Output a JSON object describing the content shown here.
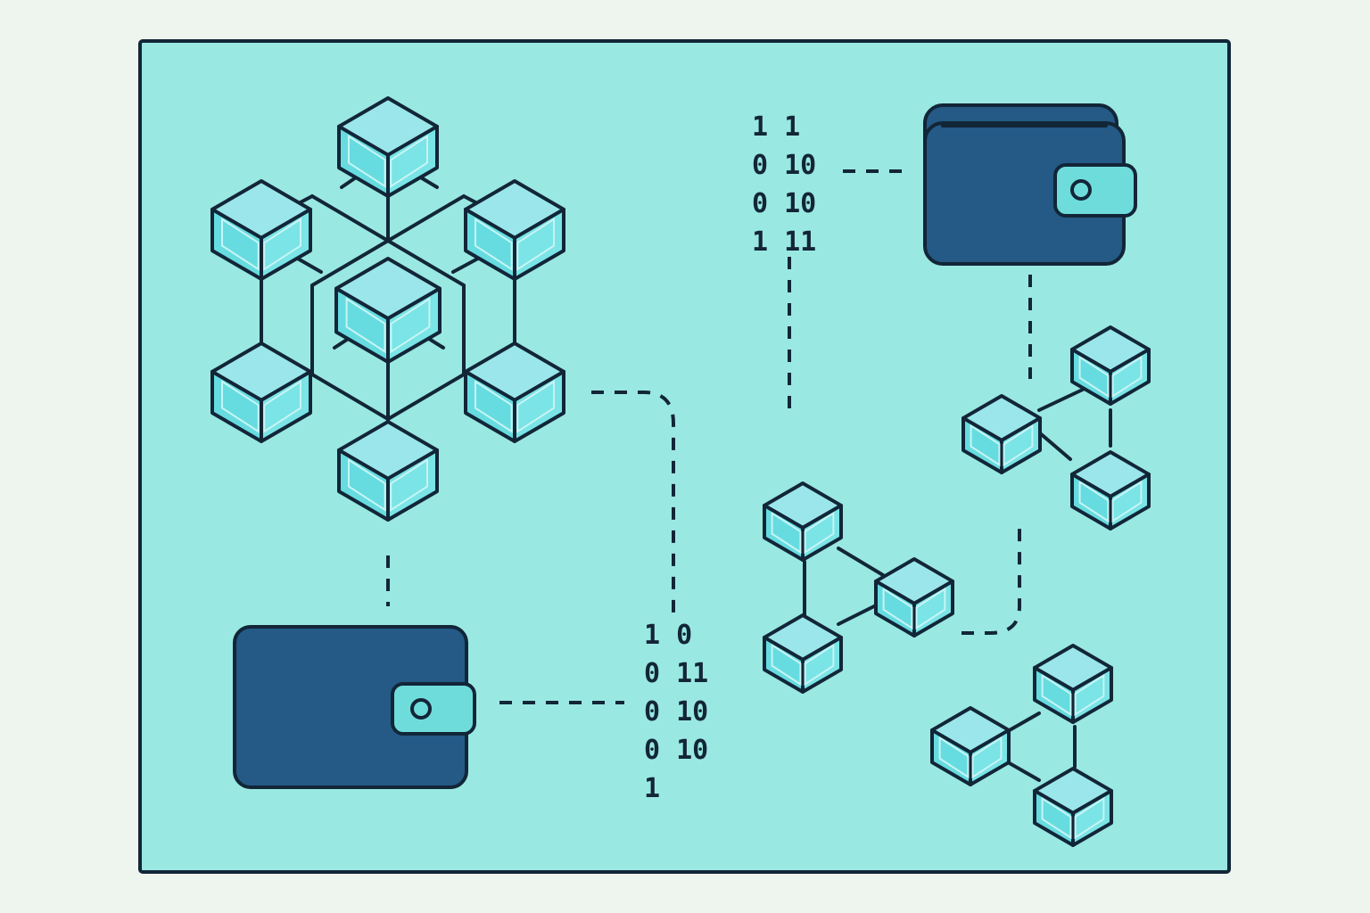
{
  "colors": {
    "background": "#eef5ee",
    "panel": "#9ae8e2",
    "outline": "#122638",
    "wallet": "#245a85",
    "cube_face": "#66dce0",
    "cube_top": "#9be6ea"
  },
  "icons": [
    "blockchain-cluster-icon",
    "wallet-icon",
    "cube-icon",
    "binary-data-icon"
  ],
  "binary_top": {
    "rows": [
      "1 1",
      "0 10",
      "0 10",
      "1 11"
    ]
  },
  "binary_bottom": {
    "rows": [
      "1 0",
      "0 11",
      "0 10",
      "0 10",
      "1"
    ]
  }
}
